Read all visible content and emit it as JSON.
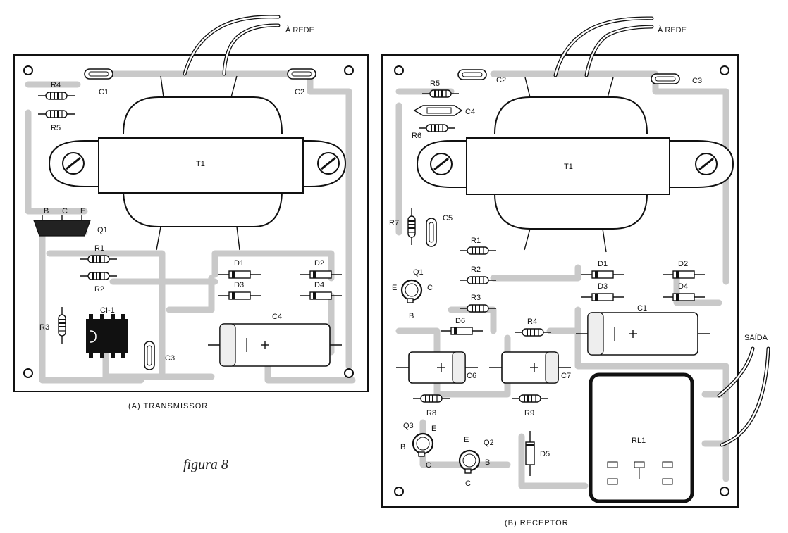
{
  "figure": {
    "caption": "figura 8"
  },
  "transmitter": {
    "caption": "(A) TRANSMISSOR",
    "mains_label": "À REDE",
    "transformer": "T1",
    "transistor": {
      "name": "Q1",
      "pins": [
        "B",
        "C",
        "E"
      ]
    },
    "ic": "CI-1",
    "resistors": [
      "R1",
      "R2",
      "R3",
      "R4",
      "R5"
    ],
    "capacitors": [
      "C1",
      "C2",
      "C3",
      "C4"
    ],
    "diodes": [
      "D1",
      "D2",
      "D3",
      "D4"
    ]
  },
  "receiver": {
    "caption": "(B) RECEPTOR",
    "mains_label": "À REDE",
    "output_label": "SAÍDA",
    "transformer": "T1",
    "relay": "RL1",
    "transistors": [
      {
        "name": "Q1",
        "pins": [
          "E",
          "C",
          "B"
        ]
      },
      {
        "name": "Q2",
        "pins": [
          "E",
          "B",
          "C"
        ]
      },
      {
        "name": "Q3",
        "pins": [
          "E",
          "B",
          "C"
        ]
      }
    ],
    "resistors": [
      "R1",
      "R2",
      "R3",
      "R4",
      "R5",
      "R6",
      "R7",
      "R8",
      "R9"
    ],
    "capacitors": [
      "C1",
      "C2",
      "C3",
      "C4",
      "C5",
      "C6",
      "C7"
    ],
    "diodes": [
      "D1",
      "D2",
      "D3",
      "D4",
      "D5",
      "D6"
    ]
  }
}
